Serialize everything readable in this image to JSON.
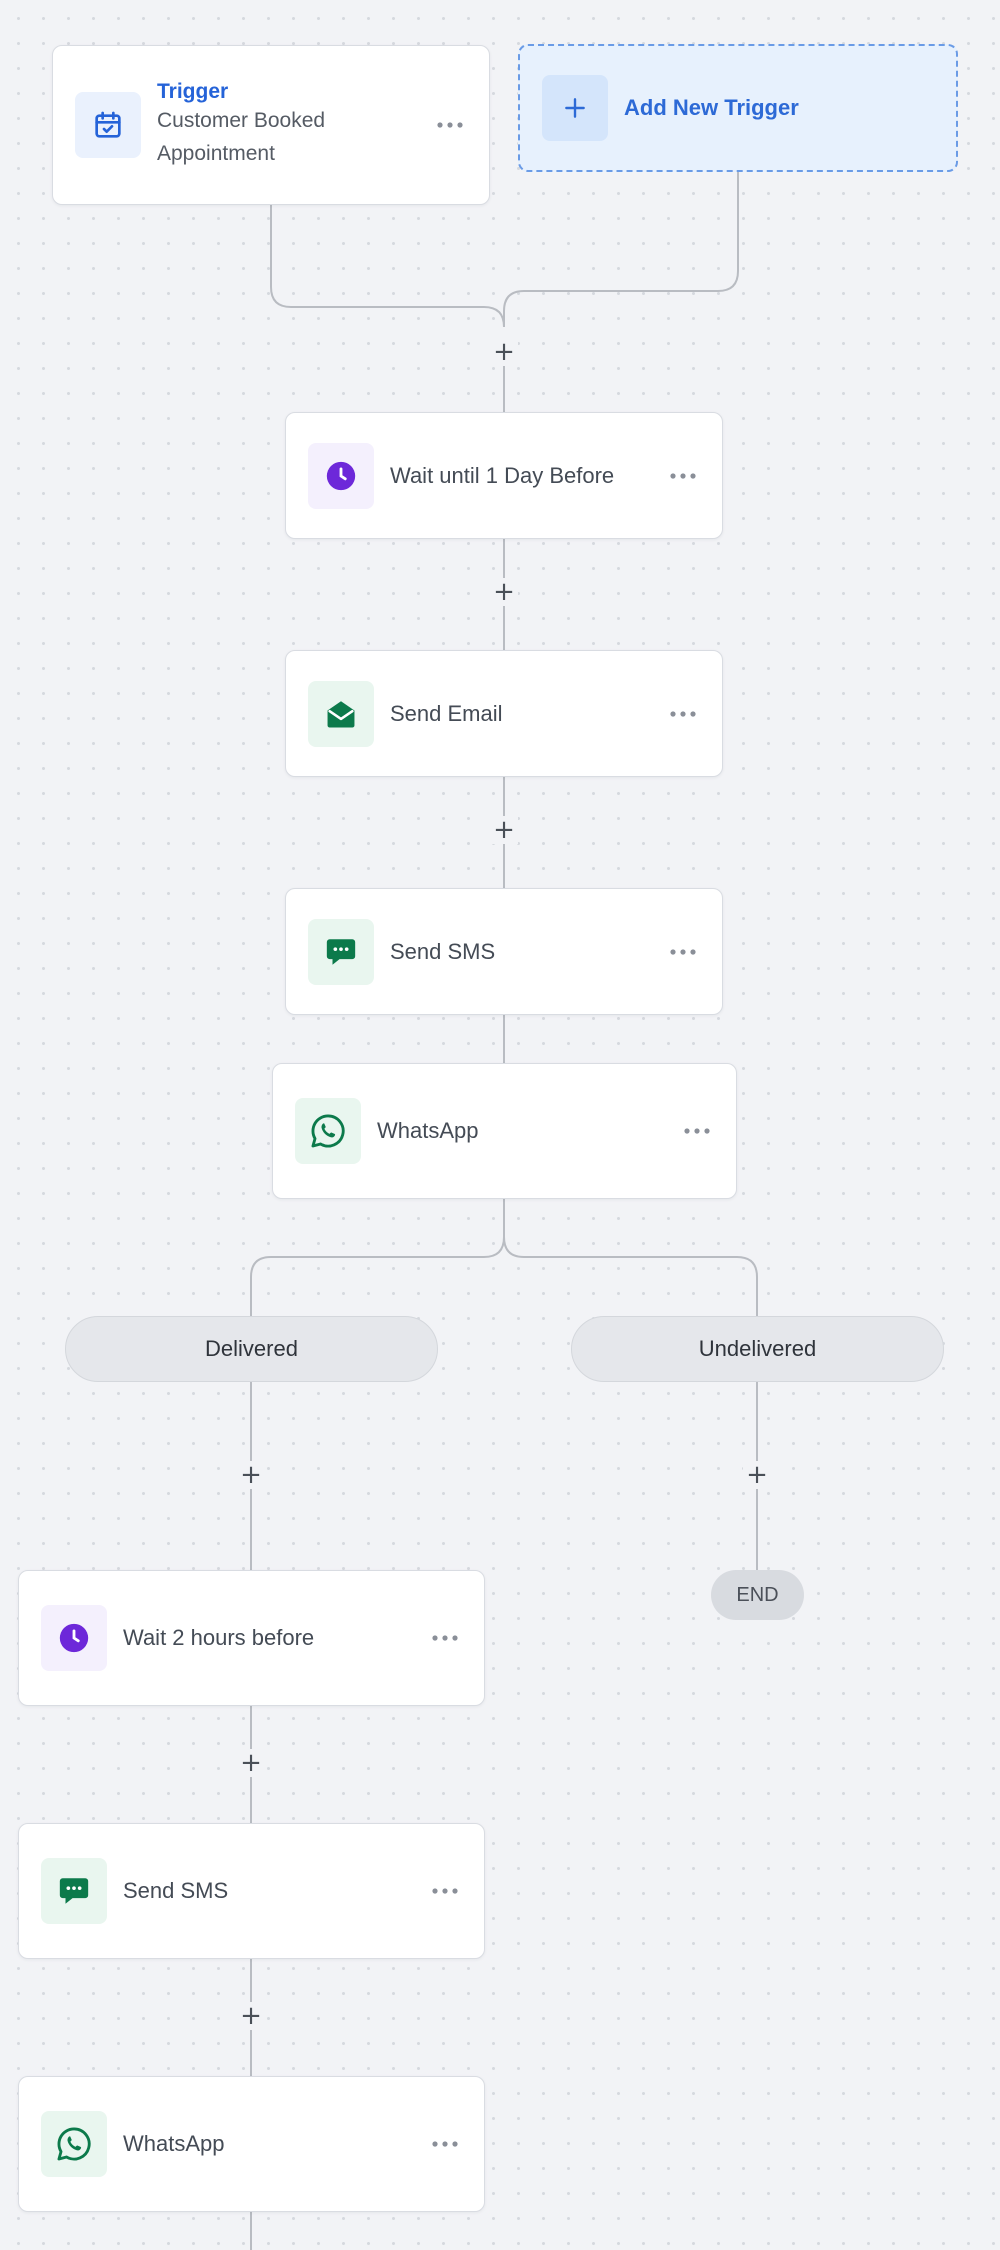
{
  "trigger": {
    "title": "Trigger",
    "line1": "Customer Booked",
    "line2": "Appointment",
    "icon": "calendar-check-icon"
  },
  "add_trigger": {
    "label": "Add New Trigger",
    "icon": "plus-icon"
  },
  "add_step_symbol": "+",
  "steps": [
    {
      "label": "Wait until 1 Day Before",
      "icon": "clock-icon"
    },
    {
      "label": "Send Email",
      "icon": "envelope-open-icon"
    },
    {
      "label": "Send SMS",
      "icon": "chat-bubble-icon"
    },
    {
      "label": "WhatsApp",
      "icon": "whatsapp-icon"
    }
  ],
  "branches": {
    "delivered": {
      "label": "Delivered",
      "steps": [
        {
          "label": "Wait 2 hours before",
          "icon": "clock-icon"
        },
        {
          "label": "Send SMS",
          "icon": "chat-bubble-icon"
        },
        {
          "label": "WhatsApp",
          "icon": "whatsapp-icon"
        }
      ]
    },
    "undelivered": {
      "label": "Undelivered",
      "end_label": "END"
    }
  },
  "colors": {
    "trigger_accent": "#2563d8",
    "wait_icon": "#6d28d9",
    "message_icon": "#0c7a4b",
    "background": "#f2f3f6"
  }
}
